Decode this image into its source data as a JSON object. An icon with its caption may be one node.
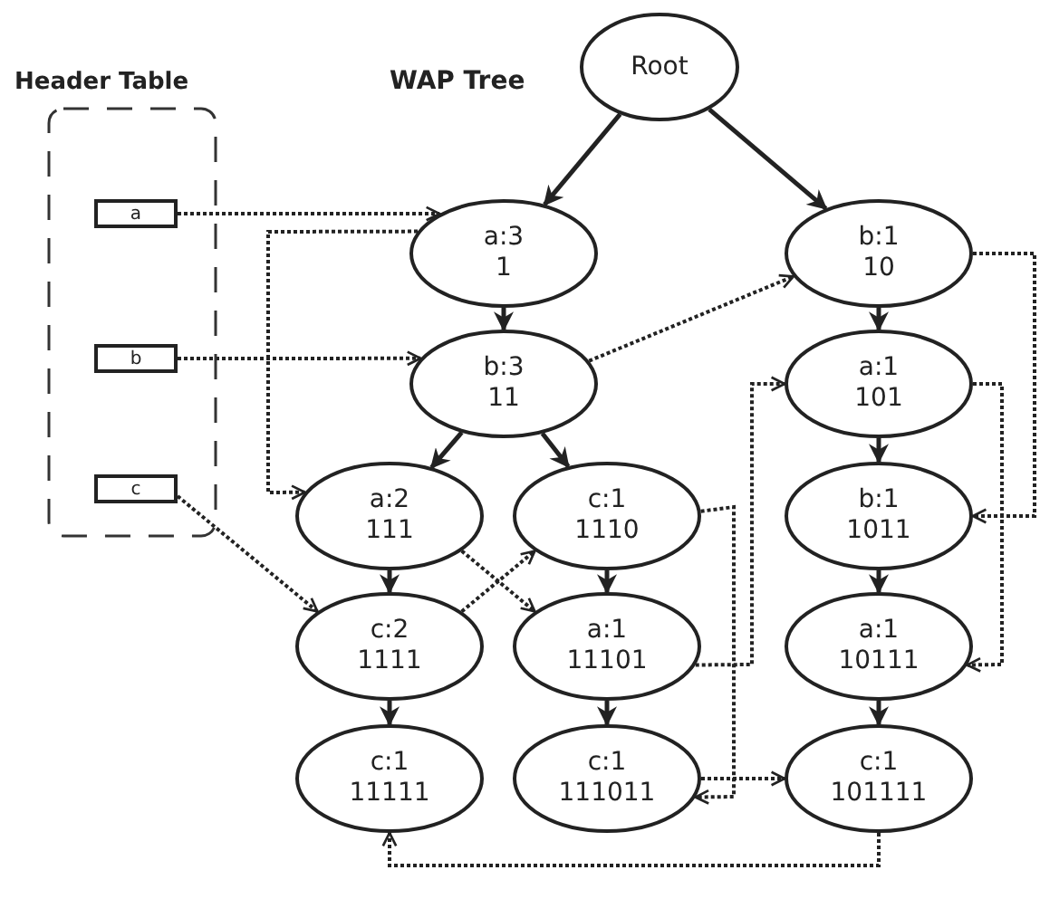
{
  "diagram": {
    "nodes": [
      {
        "text": [
          "Header Table"
        ]
      },
      {
        "text": [
          "a"
        ],
        "in": 0
      },
      {
        "text": [
          "b"
        ],
        "in": 0
      },
      {
        "text": [
          "c"
        ],
        "in": 0
      },
      {
        "text": [
          "Root"
        ]
      },
      {
        "text": [
          "a:3",
          "1"
        ]
      },
      {
        "text": [
          "b:1",
          "10"
        ]
      },
      {
        "text": [
          "b:3",
          "11"
        ]
      },
      {
        "text": [
          "a:1",
          "101"
        ]
      },
      {
        "text": [
          "a:2",
          "111"
        ]
      },
      {
        "text": [
          "c:1",
          "1110"
        ]
      },
      {
        "text": [
          "b:1",
          "1011"
        ]
      },
      {
        "text": [
          "c:2",
          "1111"
        ]
      },
      {
        "text": [
          "a:1",
          "11101"
        ]
      },
      {
        "text": [
          "a:1",
          "10111"
        ]
      },
      {
        "text": [
          "c:1",
          "11111"
        ]
      },
      {
        "text": [
          "c:1",
          "111011"
        ]
      },
      {
        "text": [
          "c:1",
          "101111"
        ]
      }
    ],
    "edges": [
      {
        "from": 4,
        "to": 5,
        "arrow": "to"
      },
      {
        "from": 4,
        "to": 6,
        "arrow": "to"
      },
      {
        "from": 5,
        "to": 7,
        "arrow": "to"
      },
      {
        "from": 7,
        "to": 9,
        "arrow": "to"
      },
      {
        "from": 7,
        "to": 10,
        "arrow": "to"
      },
      {
        "from": 9,
        "to": 12,
        "arrow": "to"
      },
      {
        "from": 12,
        "to": 15,
        "arrow": "to"
      },
      {
        "from": 10,
        "to": 13,
        "arrow": "to"
      },
      {
        "from": 13,
        "to": 16,
        "arrow": "to"
      },
      {
        "from": 6,
        "to": 8,
        "arrow": "to"
      },
      {
        "from": 8,
        "to": 11,
        "arrow": "to"
      },
      {
        "from": 11,
        "to": 14,
        "arrow": "to"
      },
      {
        "from": 14,
        "to": 17,
        "arrow": "to"
      },
      {
        "from": 1,
        "to": 5,
        "arrow": "to",
        "style": "dashed"
      },
      {
        "from": 5,
        "to": 9,
        "arrow": "to",
        "style": "dashed"
      },
      {
        "from": 9,
        "to": 13,
        "arrow": "to",
        "style": "dashed"
      },
      {
        "from": 13,
        "to": 8,
        "arrow": "to",
        "style": "dashed"
      },
      {
        "from": 8,
        "to": 14,
        "arrow": "to",
        "style": "dashed"
      },
      {
        "from": 2,
        "to": 7,
        "arrow": "to",
        "style": "dashed"
      },
      {
        "from": 7,
        "to": 6,
        "arrow": "to",
        "style": "dashed"
      },
      {
        "from": 6,
        "to": 11,
        "arrow": "to",
        "style": "dashed"
      },
      {
        "from": 3,
        "to": 12,
        "arrow": "to",
        "style": "dashed"
      },
      {
        "from": 12,
        "to": 10,
        "arrow": "to",
        "style": "dashed"
      },
      {
        "from": 10,
        "to": 16,
        "arrow": "to",
        "style": "dashed"
      },
      {
        "from": 16,
        "to": 17,
        "arrow": "to",
        "style": "dashed"
      },
      {
        "from": 17,
        "to": 15,
        "arrow": "to",
        "style": "dashed"
      }
    ],
    "labels": [
      "WAP Tree"
    ]
  }
}
